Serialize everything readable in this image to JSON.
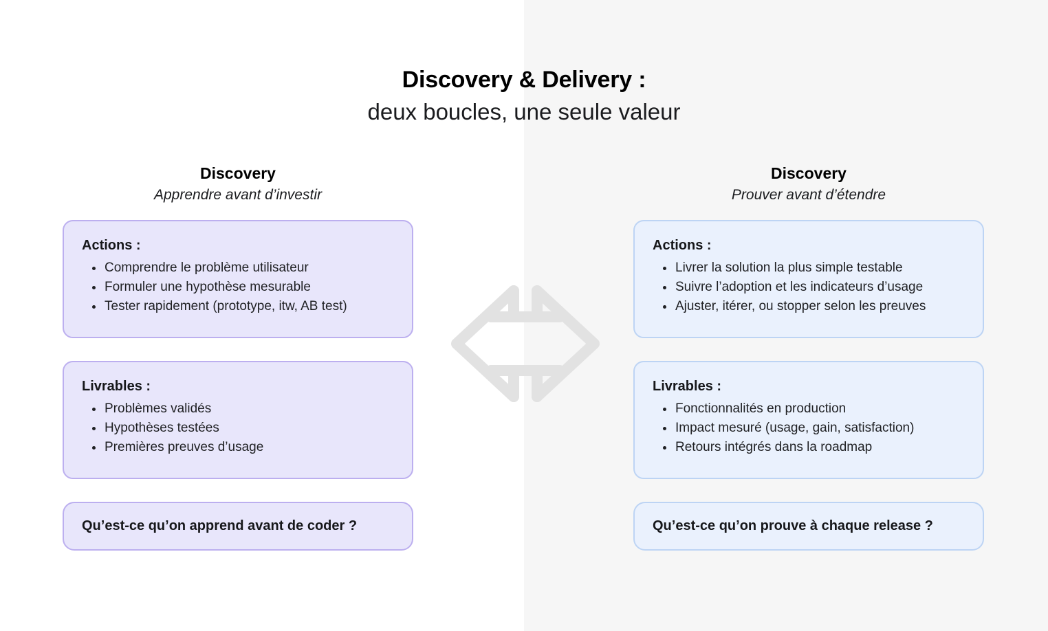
{
  "title": {
    "main": "Discovery & Delivery :",
    "sub": "deux boucles, une seule valeur"
  },
  "center_icon": {
    "name": "bidirectional-exchange-arrow",
    "color": "#e2e2e2"
  },
  "colors": {
    "background_left": "#ffffff",
    "background_right": "#f6f6f6",
    "purple_fill": "#e8e6fb",
    "purple_border": "#bcafef",
    "blue_fill": "#eaf1fd",
    "blue_border": "#bdd4f4",
    "text": "#1f2023"
  },
  "columns": [
    {
      "id": "left",
      "title": "Discovery",
      "subtitle": "Apprendre avant d’investir",
      "actions": {
        "heading": "Actions :",
        "items": [
          "Comprendre le problème utilisateur",
          "Formuler une hypothèse mesurable",
          "Tester rapidement (prototype, itw, AB test)"
        ]
      },
      "deliverables": {
        "heading": "Livrables :",
        "items": [
          "Problèmes validés",
          "Hypothèses testées",
          "Premières preuves d’usage"
        ]
      },
      "question": "Qu’est-ce qu’on apprend avant de coder ?"
    },
    {
      "id": "right",
      "title": "Discovery",
      "subtitle": "Prouver avant d’étendre",
      "actions": {
        "heading": "Actions :",
        "items": [
          "Livrer la solution la plus simple testable",
          "Suivre l’adoption et les indicateurs d’usage",
          "Ajuster, itérer, ou stopper selon les preuves"
        ]
      },
      "deliverables": {
        "heading": "Livrables :",
        "items": [
          "Fonctionnalités en production",
          "Impact mesuré (usage, gain, satisfaction)",
          "Retours intégrés dans la roadmap"
        ]
      },
      "question": "Qu’est-ce qu’on prouve à chaque release ?"
    }
  ]
}
